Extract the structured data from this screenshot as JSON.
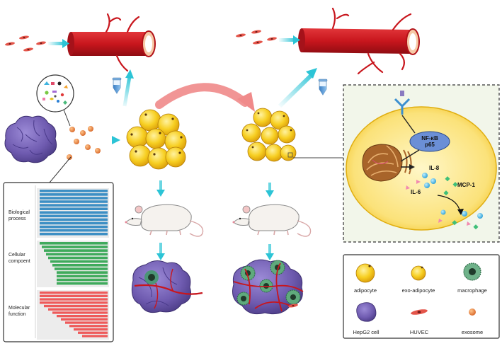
{
  "go_panel": {
    "groups": [
      {
        "label_line1": "Biological",
        "label_line2": "process",
        "bar_color": "#3d8fc4",
        "bars": 13
      },
      {
        "label_line1": "Cellular",
        "label_line2": "compoent",
        "bar_color": "#3faa5c",
        "bars": 12
      },
      {
        "label_line1": "Molecular",
        "label_line2": "function",
        "bar_color": "#ee5a5a",
        "bars": 14
      }
    ]
  },
  "signaling": {
    "nfkb_line1": "NF-κB",
    "nfkb_line2": "p65",
    "il8": "IL-8",
    "il6": "IL-6",
    "mcp1": "MCP-1"
  },
  "legend": {
    "items": [
      {
        "label": "adipocyte",
        "icon": "adipocyte-icon"
      },
      {
        "label": "exo-adipocyte",
        "icon": "exo-adipocyte-icon"
      },
      {
        "label": "macrophage",
        "icon": "macrophage-icon"
      },
      {
        "label": "HepG2 cell",
        "icon": "hepg2-cell-icon"
      },
      {
        "label": "HUVEC",
        "icon": "huvec-icon"
      },
      {
        "label": "exosome",
        "icon": "exosome-icon"
      }
    ]
  },
  "colors": {
    "vessel": "#c8161d",
    "arrow_cyan": "#2cc4d6",
    "adipocyte": "#f2c20f",
    "tumor": "#6f5bb0",
    "exosome": "#e8843c",
    "big_arrow": "#f08a8a"
  }
}
